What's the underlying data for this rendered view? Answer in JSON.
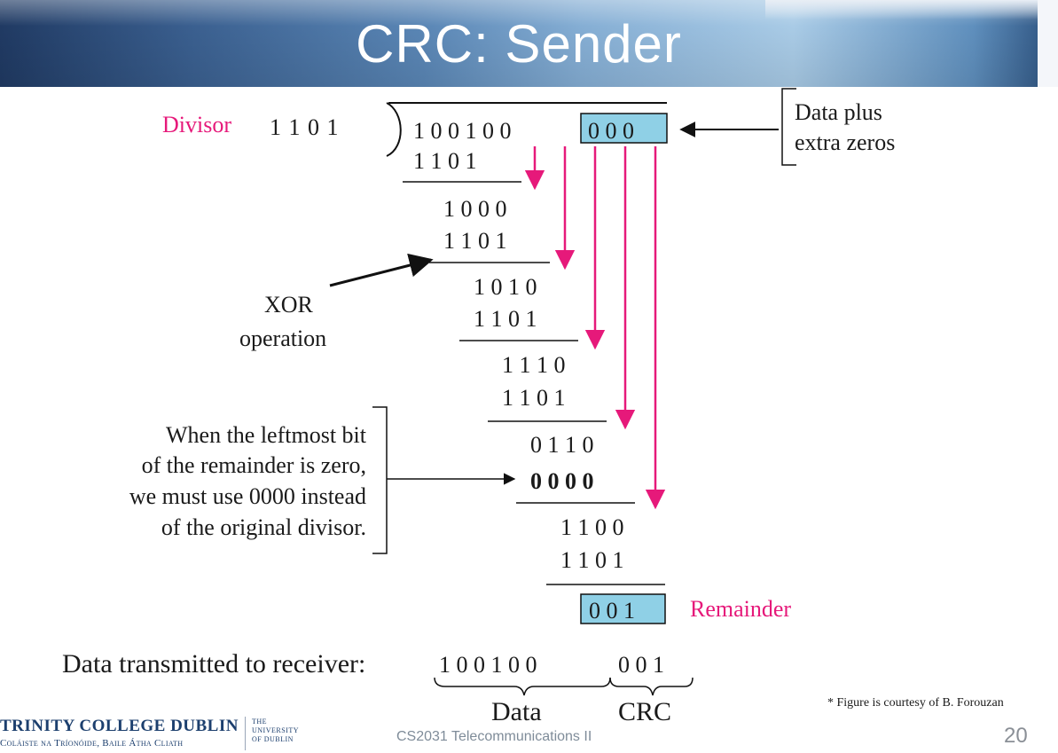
{
  "title": "CRC: Sender",
  "labels": {
    "divisor": "Divisor",
    "divisor_bits": "1 1 0 1",
    "data_plus_line1": "Data plus",
    "data_plus_line2": "extra zeros",
    "xor_line1": "XOR",
    "xor_line2": "operation",
    "note_line1": "When the leftmost bit",
    "note_line2": "of the remainder is zero,",
    "note_line3": "we must use 0000 instead",
    "note_line4": "of the original divisor.",
    "remainder": "Remainder",
    "transmitted": "Data transmitted to receiver:",
    "brace_data": "Data",
    "brace_crc": "CRC"
  },
  "division": {
    "dividend_data": "1 0 0 1 0 0",
    "dividend_zeros": "0 0 0",
    "rows": [
      "1 1 0 1",
      "1 0 0 0",
      "1 1 0 1",
      "1 0 1 0",
      "1 1 0 1",
      "1 1 1 0",
      "1 1 0 1",
      "0 1 1 0",
      "0 0 0 0",
      "1 1 0 0",
      "1 1 0 1"
    ],
    "remainder": "0 0 1"
  },
  "transmitted_bits": {
    "data": "1 0 0 1 0 0",
    "crc": "0 0 1"
  },
  "footer": {
    "institution": "TRINITY COLLEGE DUBLIN",
    "institution_irish": "Coláiste na Tríonóide, Baile Átha Cliath",
    "university_line1": "THE",
    "university_line2": "UNIVERSITY",
    "university_line3": "OF DUBLIN",
    "course": "CS2031 Telecommunications II",
    "page": "20",
    "credit": "* Figure is courtesy of B. Forouzan"
  },
  "colors": {
    "accent_magenta": "#e6197a",
    "highlight_blue": "#8fd0e6",
    "title_text": "#ffffff",
    "institution_blue": "#1c3f6e"
  }
}
